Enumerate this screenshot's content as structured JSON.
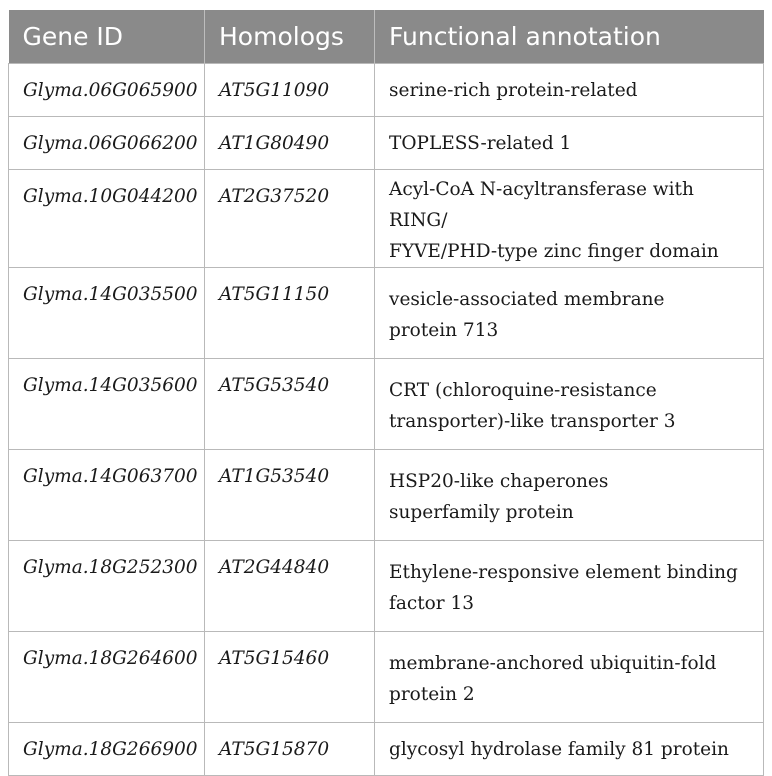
{
  "table": {
    "headers": [
      "Gene ID",
      "Homologs",
      "Functional annotation"
    ],
    "rows": [
      {
        "gene_id": "Glyma.06G065900",
        "homolog": "AT5G11090",
        "annotation": [
          "serine-rich protein-related"
        ]
      },
      {
        "gene_id": "Glyma.06G066200",
        "homolog": "AT1G80490",
        "annotation": [
          "TOPLESS-related 1"
        ]
      },
      {
        "gene_id": "Glyma.10G044200",
        "homolog": "AT2G37520",
        "annotation": [
          "Acyl-CoA N-acyltransferase with RING/",
          "FYVE/PHD-type zinc finger domain"
        ]
      },
      {
        "gene_id": "Glyma.14G035500",
        "homolog": "AT5G11150",
        "annotation": [
          "vesicle-associated membrane",
          "protein 713"
        ]
      },
      {
        "gene_id": "Glyma.14G035600",
        "homolog": "AT5G53540",
        "annotation": [
          "CRT (chloroquine-resistance",
          "transporter)-like transporter 3"
        ]
      },
      {
        "gene_id": "Glyma.14G063700",
        "homolog": "AT1G53540",
        "annotation": [
          "HSP20-like chaperones",
          "superfamily protein"
        ]
      },
      {
        "gene_id": "Glyma.18G252300",
        "homolog": "AT2G44840",
        "annotation": [
          "Ethylene-responsive element binding",
          "factor 13"
        ]
      },
      {
        "gene_id": "Glyma.18G264600",
        "homolog": "AT5G15460",
        "annotation": [
          "membrane-anchored ubiquitin-fold",
          "protein 2"
        ]
      },
      {
        "gene_id": "Glyma.18G266900",
        "homolog": "AT5G15870",
        "annotation": [
          "glycosyl hydrolase family 81 protein"
        ]
      }
    ]
  },
  "colors": {
    "header_bg": "#8a8a8a",
    "header_text": "#ffffff",
    "border": "#b9b9b9"
  }
}
